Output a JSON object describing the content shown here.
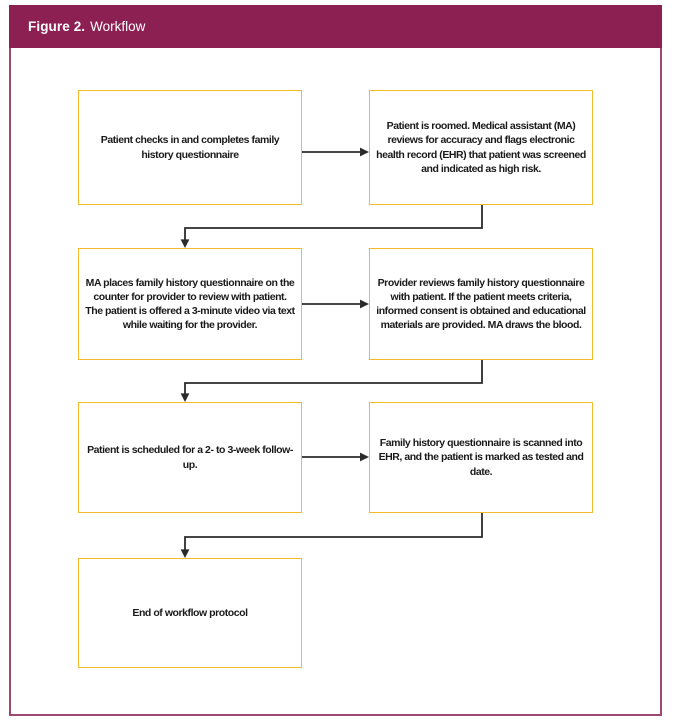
{
  "figure": {
    "label": "Figure 2.",
    "title": "Workflow"
  },
  "colors": {
    "header_bg": "#8C2053",
    "frame_border": "#9c4a74",
    "box_border": "#F3BA2A",
    "arrow": "#2b2b2b",
    "text": "#1a1a1a"
  },
  "boxes": [
    {
      "id": "checkin",
      "text": "Patient checks in and completes family history questionnaire"
    },
    {
      "id": "roomed",
      "text": "Patient is roomed. Medical assistant (MA) reviews for accuracy and flags electronic health record (EHR) that patient was screened and indicated as high risk."
    },
    {
      "id": "ma-places",
      "text": "MA places family history questionnaire on the counter for provider to review with patient. The patient is offered a 3-minute video via text while waiting for the provider."
    },
    {
      "id": "provider-reviews",
      "text": "Provider reviews family history questionnaire with patient. If the patient meets criteria, informed consent is obtained and educational materials are provided. MA draws the blood."
    },
    {
      "id": "follow-up",
      "text": "Patient is scheduled for a 2- to 3-week follow-up."
    },
    {
      "id": "scanned",
      "text": "Family history questionnaire is scanned into EHR, and the patient is marked as tested and date."
    },
    {
      "id": "end",
      "text": "End of workflow protocol"
    }
  ],
  "edges": [
    {
      "from": "checkin",
      "to": "roomed"
    },
    {
      "from": "roomed",
      "to": "ma-places"
    },
    {
      "from": "ma-places",
      "to": "provider-reviews"
    },
    {
      "from": "provider-reviews",
      "to": "follow-up"
    },
    {
      "from": "follow-up",
      "to": "scanned"
    },
    {
      "from": "scanned",
      "to": "end"
    }
  ]
}
